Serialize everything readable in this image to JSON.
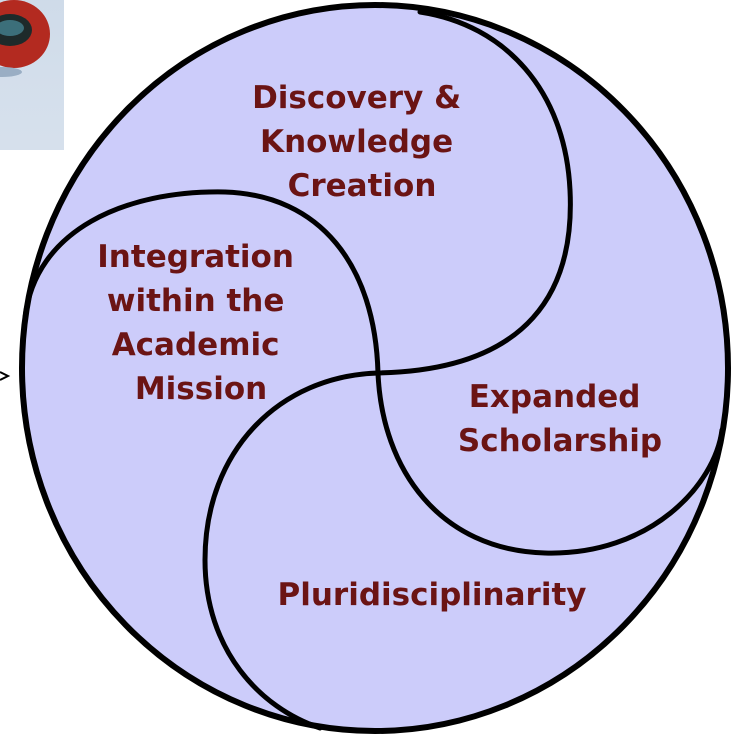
{
  "colors": {
    "circle_fill": "#ccccfa",
    "outline": "#000000",
    "label_text": "#6b1414",
    "logo_red": "#c0392b"
  },
  "segments": [
    {
      "id": "discovery",
      "lines": [
        "Discovery &",
        "Knowledge",
        "Creation"
      ]
    },
    {
      "id": "integration",
      "lines": [
        "Integration",
        "within the",
        "Academic",
        "Mission"
      ]
    },
    {
      "id": "expanded",
      "lines": [
        "Expanded",
        "Scholarship"
      ]
    },
    {
      "id": "pluri",
      "lines": [
        "Pluridisciplinarity"
      ]
    }
  ],
  "logo_icon": "partial-logo-icon"
}
